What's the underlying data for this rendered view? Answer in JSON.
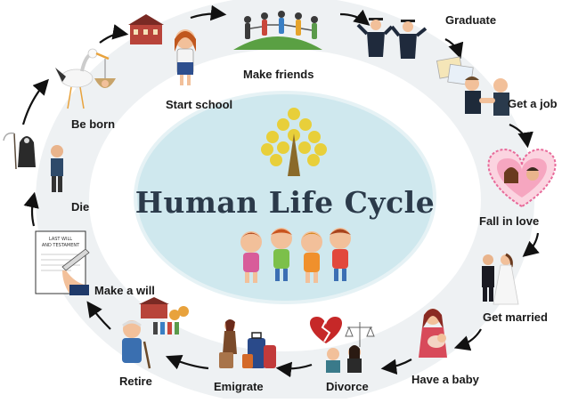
{
  "title": "Human Life Cycle",
  "stages": [
    {
      "label": "Start school",
      "icon": "school-girl-icon"
    },
    {
      "label": "Make friends",
      "icon": "friends-on-globe-icon"
    },
    {
      "label": "Graduate",
      "icon": "graduates-icon"
    },
    {
      "label": "Get a job",
      "icon": "handshake-icon"
    },
    {
      "label": "Fall in love",
      "icon": "hearts-couple-icon"
    },
    {
      "label": "Get married",
      "icon": "wedding-couple-icon"
    },
    {
      "label": "Have a baby",
      "icon": "mother-baby-icon"
    },
    {
      "label": "Divorce",
      "icon": "broken-heart-icon"
    },
    {
      "label": "Emigrate",
      "icon": "luggage-traveler-icon"
    },
    {
      "label": "Retire",
      "icon": "elderly-man-icon"
    },
    {
      "label": "Make a will",
      "icon": "will-document-icon"
    },
    {
      "label": "Die",
      "icon": "grim-reaper-icon"
    },
    {
      "label": "Be born",
      "icon": "stork-baby-icon"
    }
  ],
  "will_document_text": [
    "LAST WILL",
    "AND TESTAMENT"
  ],
  "colors": {
    "ellipse_fill": "#cfe8ee",
    "ring": "#eef1f3",
    "title": "#2b3a4a",
    "tree_leaves": "#e8cf3a",
    "tree_trunk": "#8a6a2a",
    "arrow": "#111111"
  }
}
